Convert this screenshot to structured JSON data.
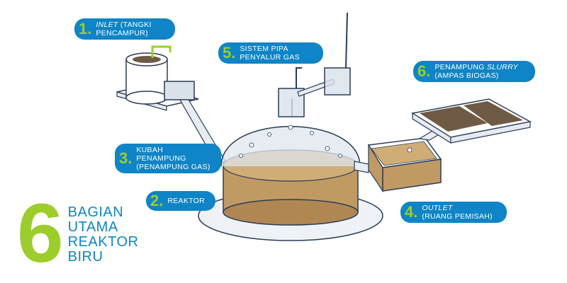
{
  "colors": {
    "label_bg": "#0f84c6",
    "number_accent": "#9ccd2a",
    "slurry": "#c19a63",
    "slurry_dark": "#6f5a45",
    "tank_outline": "#2a3d58",
    "dome": "#d9e1ea"
  },
  "title": {
    "big_number": "6",
    "lines": [
      "BAGIAN",
      "UTAMA",
      "REAKTOR",
      "BIRU"
    ]
  },
  "labels": [
    {
      "num": "1.",
      "line1_italic": "INLET",
      "line1_rest": " (TANGKI",
      "line2": "PENCAMPUR)"
    },
    {
      "num": "2.",
      "line1": "REAKTOR"
    },
    {
      "num": "3.",
      "line1": "KUBAH PENAMPUNG",
      "line2": "(PENAMPUNG GAS)"
    },
    {
      "num": "4.",
      "line1_italic": "OUTLET",
      "line1_rest": "",
      "line2": "(RUANG PEMISAH)"
    },
    {
      "num": "5.",
      "line1": "SISTEM PIPA",
      "line2": "PENYALUR GAS"
    },
    {
      "num": "6.",
      "line1_pre": "PENAMPUNG ",
      "line1_italic": "SLURRY",
      "line2": "(AMPAS BIOGAS)"
    }
  ]
}
